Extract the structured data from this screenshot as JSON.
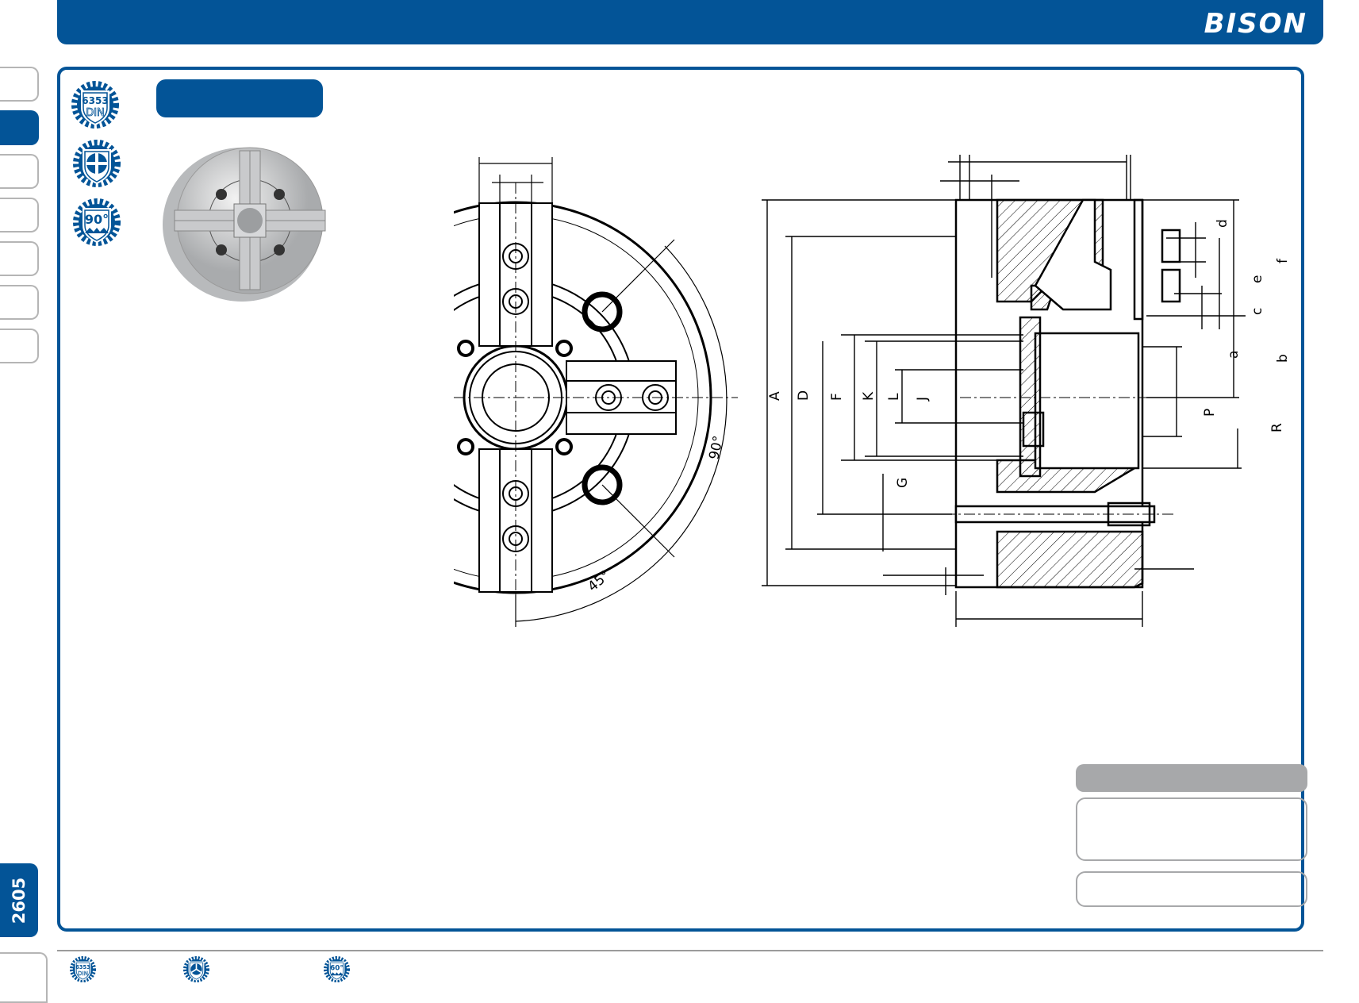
{
  "header": {
    "logo_text": "BISON",
    "color": "#035497"
  },
  "side_tabs": {
    "page_number": "2605"
  },
  "badges": [
    {
      "icon": "din-6353-badge",
      "top": "6353",
      "bottom": "DIN"
    },
    {
      "icon": "four-jaw-badge"
    },
    {
      "icon": "angle-90-badge",
      "text": "90°"
    }
  ],
  "footer_badges": [
    {
      "icon": "din-6353-badge",
      "top": "6353",
      "bottom": "DIN"
    },
    {
      "icon": "three-jaw-badge"
    },
    {
      "icon": "angle-60-badge",
      "text": "60°"
    }
  ],
  "front_view": {
    "angle_1": "45°",
    "angle_2": "90°"
  },
  "section_view": {
    "labels": {
      "A": "A",
      "D": "D",
      "F": "F",
      "K": "K",
      "L": "L",
      "J": "J",
      "G": "G",
      "P": "P",
      "R": "R",
      "a": "a",
      "b": "b",
      "c": "c",
      "d": "d",
      "e": "e",
      "f": "f"
    }
  }
}
